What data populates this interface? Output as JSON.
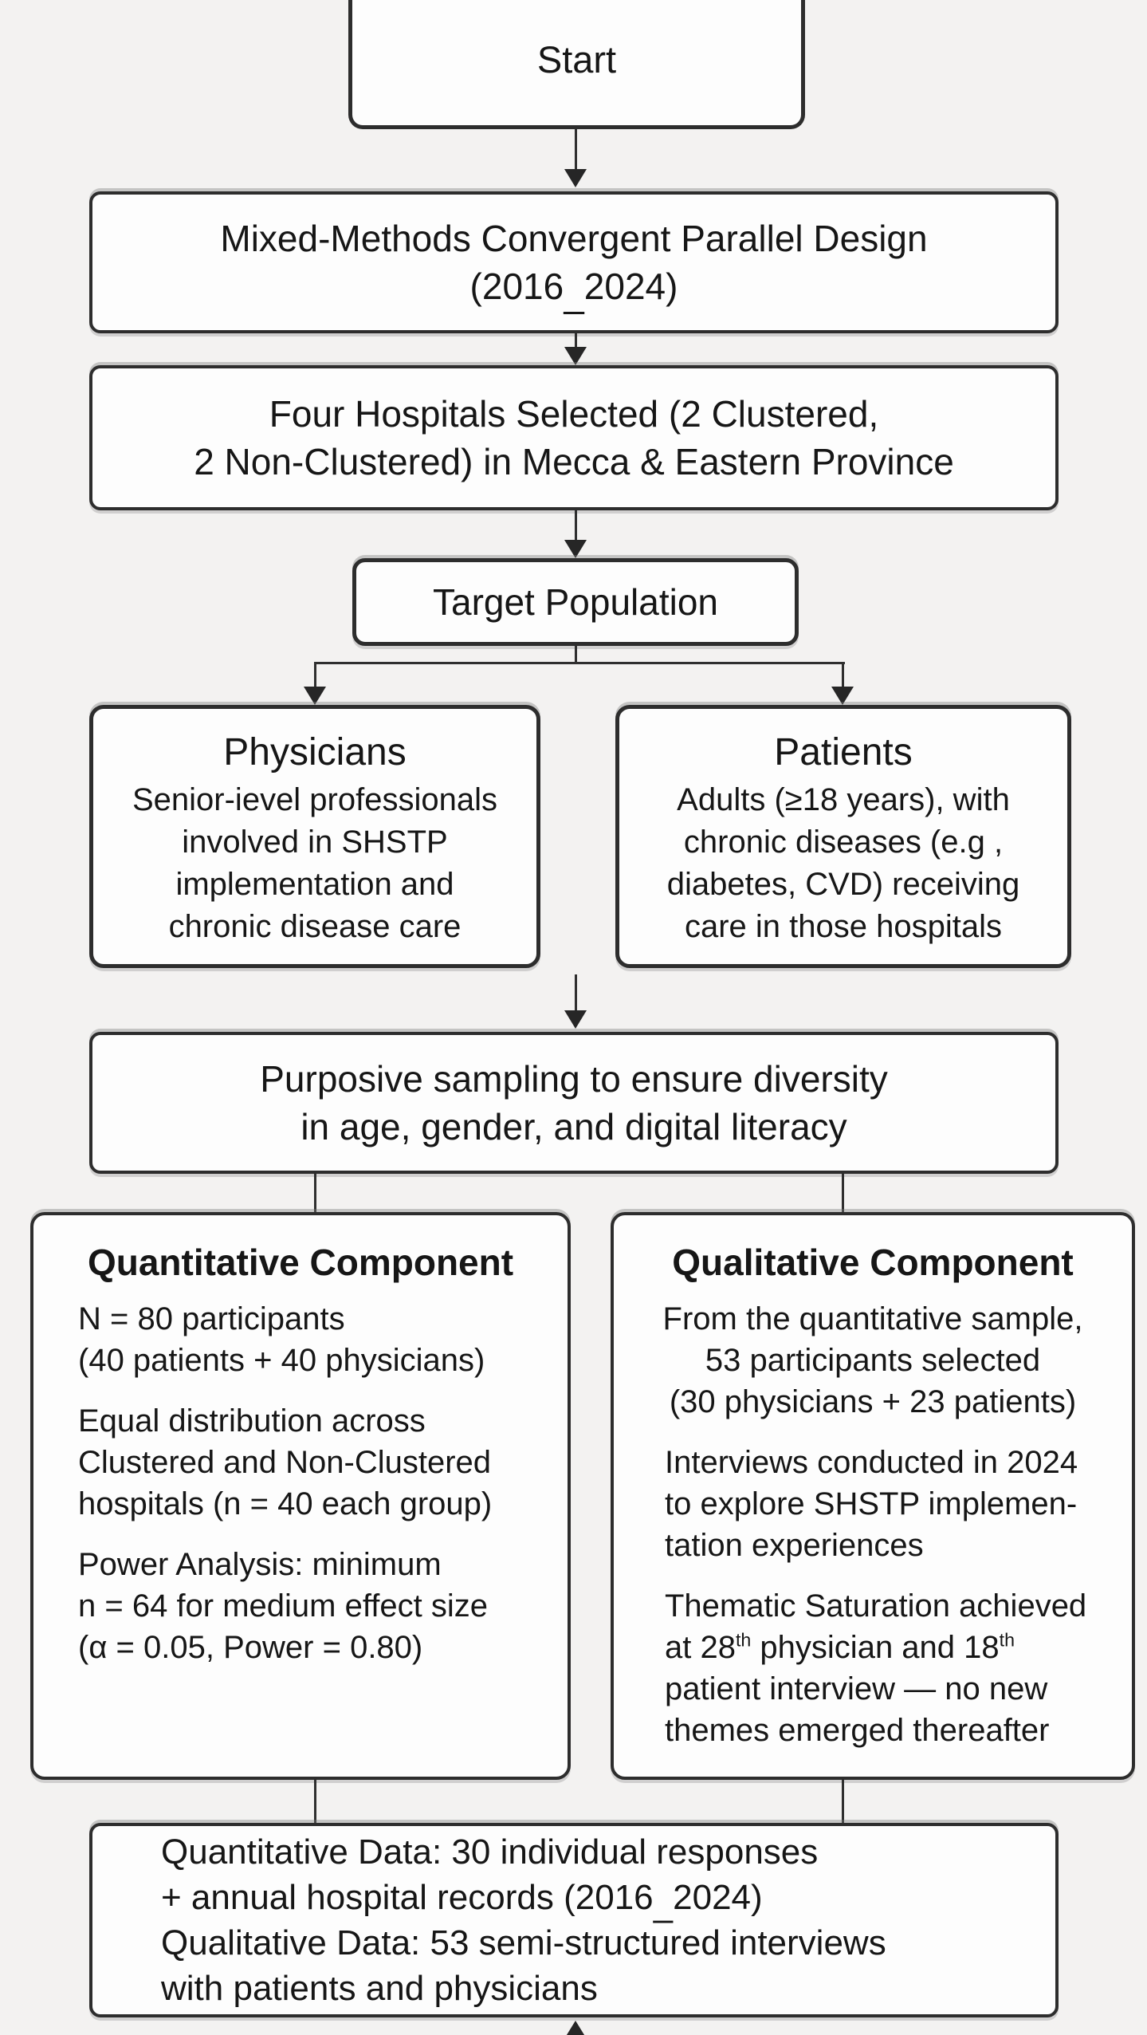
{
  "diagram": {
    "start": {
      "label": "Start"
    },
    "design": {
      "lines": [
        "Mixed-Methods Convergent Parallel Design",
        "(2016_2024)"
      ]
    },
    "hospitals": {
      "lines": [
        "Four Hospitals Selected (2 Clustered,",
        "2 Non-Clustered) in Mecca & Eastern Province"
      ]
    },
    "target_population": {
      "label": "Target Population"
    },
    "physicians": {
      "title": "Physicians",
      "lines": [
        "Senior-ievel professionals",
        "involved in SHSTP",
        "implementation and",
        "chronic disease care"
      ]
    },
    "patients": {
      "title": "Patients",
      "lines": [
        "Adults (≥18 years), with",
        "chronic diseases (e.g ,",
        "diabetes, CVD) receiving",
        "care in those hospitals"
      ]
    },
    "sampling": {
      "lines": [
        "Purposive sampling to ensure diversity",
        "in age, gender, and digital literacy"
      ]
    },
    "quantitative": {
      "title": "Quantitative Component",
      "paragraphs": [
        {
          "lines": [
            "N = 80 participants",
            "(40 patients + 40 physicians)"
          ]
        },
        {
          "lines": [
            "Equal distribution across",
            "Clustered and Non-Clustered",
            "hospitals (n = 40 each group)"
          ]
        },
        {
          "lines": [
            "Power Analysis: minimum",
            "n = 64 for medium effect size",
            "(α = 0.05, Power = 0.80)"
          ]
        }
      ]
    },
    "qualitative": {
      "title": "Qualitative Component",
      "paragraphs": [
        {
          "lines": [
            "From the quantitative sample,",
            "53 participants selected",
            "(30 physicians + 23 patients)"
          ]
        },
        {
          "lines": [
            "Interviews conducted in 2024",
            "to explore SHSTP implemen-",
            "tation experiences"
          ]
        },
        {
          "lines": [
            "Thematic Saturation achieved",
            "at 28th physician and 18th",
            "patient interview — no new",
            "themes emerged thereafter"
          ]
        }
      ]
    },
    "data_summary": {
      "lines": [
        "Quantitative Data: 30 individual responses",
        "+ annual hospital records (2016_2024)",
        "Qualitative Data: 53 semi-structured interviews",
        "with patients and physicians"
      ]
    }
  },
  "colors": {
    "background": "#f3f2f1",
    "box_fill": "#fdfdfd",
    "border": "#2d2d2d",
    "text": "#161616"
  }
}
